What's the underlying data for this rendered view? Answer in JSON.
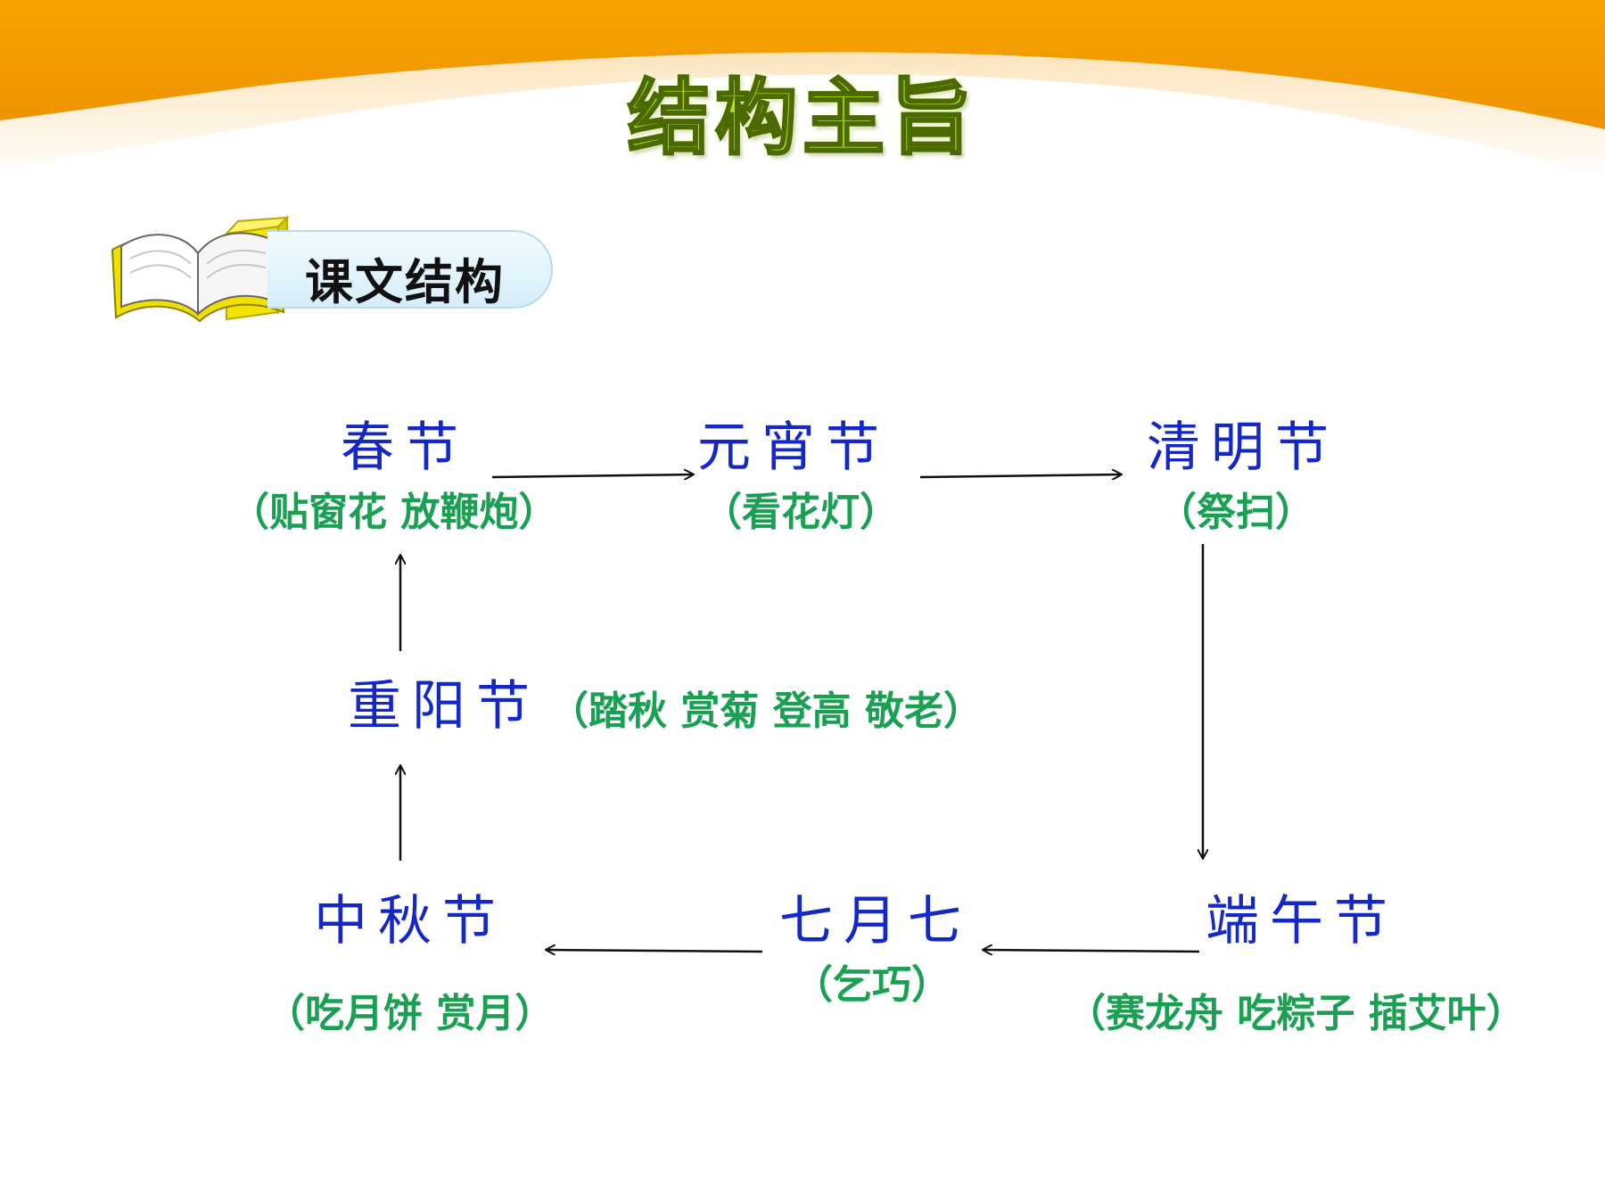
{
  "page": {
    "title": "结构主旨"
  },
  "section": {
    "label": "课文结构",
    "icon": "open-book-icon"
  },
  "colors": {
    "festival": "#1428c8",
    "custom": "#1aa052",
    "header_orange": "#f29b00"
  },
  "festivals": {
    "chunjie": {
      "name": "春节",
      "customs": "（贴窗花  放鞭炮）"
    },
    "yuanxiao": {
      "name": "元宵节",
      "customs": "（看花灯）"
    },
    "qingming": {
      "name": "清明节",
      "customs": "（祭扫）"
    },
    "duanwu": {
      "name": "端午节",
      "customs": "（赛龙舟  吃粽子  插艾叶）"
    },
    "qixi": {
      "name": "七月七",
      "customs": "（乞巧）"
    },
    "zhongqiu": {
      "name": "中秋节",
      "customs": "（吃月饼  赏月）"
    },
    "chongyang": {
      "name": "重阳节",
      "customs": "（踏秋  赏菊  登高  敬老）"
    }
  }
}
